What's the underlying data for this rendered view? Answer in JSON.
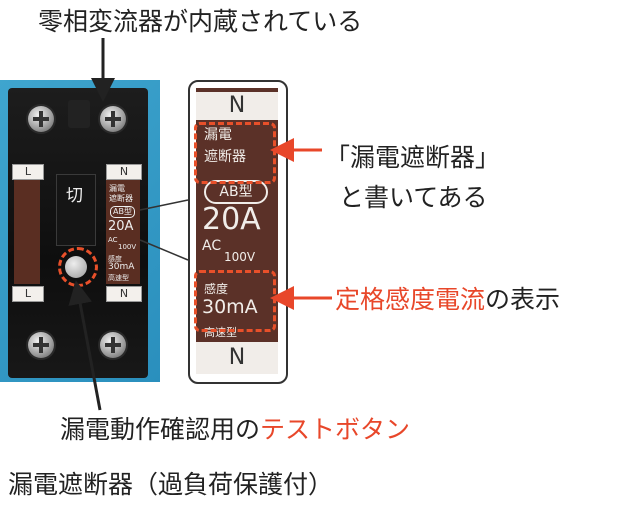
{
  "captions": {
    "top": "零相変流器が内蔵されている",
    "name_label_line1": "「漏電遮断器」",
    "name_label_line2": "と書いてある",
    "rating_label_red": "定格感度電流",
    "rating_label_black": "の表示",
    "test_label_black": "漏電動作確認用の",
    "test_label_red": "テストボタン",
    "bottom_title": "漏電遮断器（過負荷保護付）"
  },
  "breaker": {
    "terminal_left": "L",
    "terminal_n": "N",
    "switch_label": "切",
    "panel_title": "漏電\n遮断器",
    "type_badge": "AB型",
    "current": "20A",
    "ac": "AC",
    "voltage": "100V",
    "sensitivity_label": "感度",
    "sensitivity": "30mA",
    "speed_label": "高速型"
  },
  "zoom": {
    "n_top": "N",
    "title_line1": "漏電",
    "title_line2": "遮断器",
    "type_badge": "AB型",
    "current": "20A",
    "ac": "AC",
    "voltage": "100V",
    "sensitivity_label": "感度",
    "sensitivity": "30mA",
    "speed_label": "高速型",
    "n_bottom": "N"
  },
  "colors": {
    "accent": "#e8472a",
    "photo_bg": "#3fa5ce",
    "panel_brown": "#5b3128"
  }
}
